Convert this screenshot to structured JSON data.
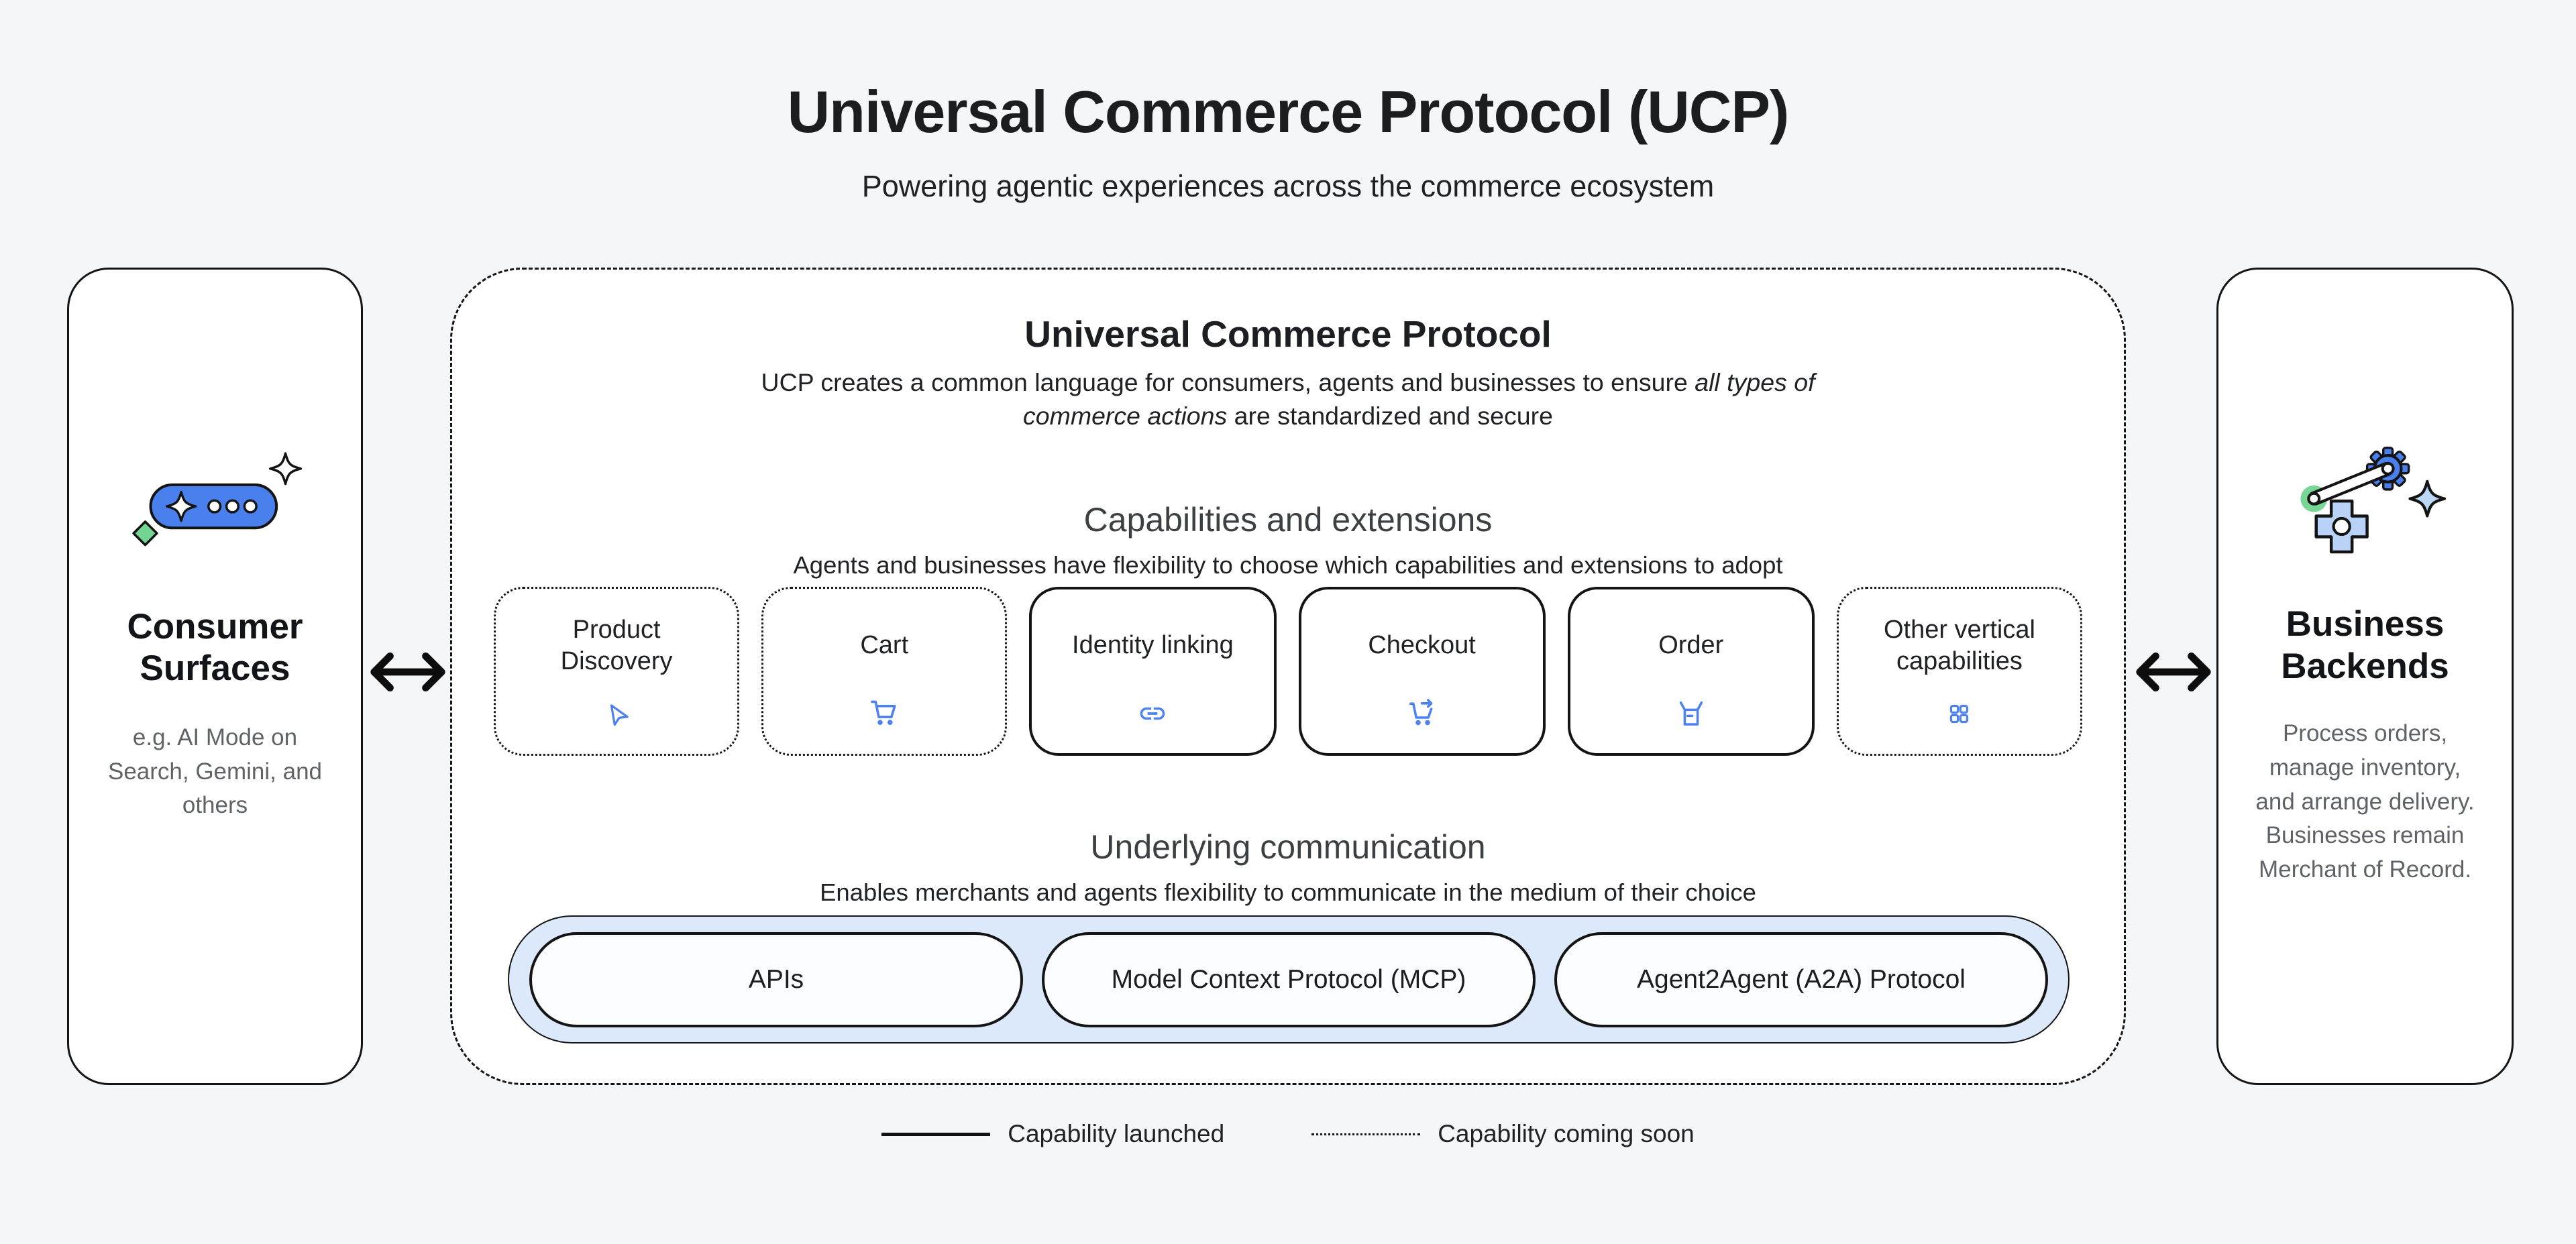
{
  "colors": {
    "background": "#f5f6f8",
    "surface": "#ffffff",
    "border": "#141414",
    "accent_blue": "#4d82f0",
    "pill_blue": "#4a80ee",
    "light_blue_fill": "#dce9fb",
    "green": "#74d492",
    "icon_light_blue": "#b9d3f8",
    "heading_gray": "#3c4043",
    "text_dark": "#202124",
    "muted_gray": "#5f6368"
  },
  "header": {
    "title": "Universal Commerce Protocol (UCP)",
    "subtitle": "Powering agentic experiences across the commerce ecosystem"
  },
  "left_panel": {
    "title": "Consumer Surfaces",
    "description": "e.g. AI Mode on Search, Gemini, and others",
    "icon": "chat-sparkle-icon"
  },
  "right_panel": {
    "title": "Business Backends",
    "description": "Process orders, manage inventory, and arrange delivery. Businesses remain Merchant of Record.",
    "icon": "gears-icon"
  },
  "ucp": {
    "title": "Universal Commerce Protocol",
    "description": {
      "pre": "UCP creates a common language for consumers, agents and businesses to ensure ",
      "italic": "all types of commerce actions",
      "post": " are standardized and secure"
    },
    "capabilities_section": {
      "heading": "Capabilities and extensions",
      "subheading": "Agents and businesses have flexibility to choose which capabilities and extensions to adopt"
    },
    "capabilities": [
      {
        "label": "Product Discovery",
        "icon": "navigation-arrow-icon",
        "status": "coming-soon"
      },
      {
        "label": "Cart",
        "icon": "shopping-cart-icon",
        "status": "coming-soon"
      },
      {
        "label": "Identity linking",
        "icon": "link-icon",
        "status": "launched"
      },
      {
        "label": "Checkout",
        "icon": "cart-checkout-icon",
        "status": "launched"
      },
      {
        "label": "Order",
        "icon": "order-box-icon",
        "status": "launched"
      },
      {
        "label": "Other vertical capabilities",
        "icon": "grid-icon",
        "status": "coming-soon"
      }
    ],
    "communication_section": {
      "heading": "Underlying communication",
      "subheading": "Enables merchants and agents flexibility to communicate in the medium of their choice"
    },
    "protocols": [
      {
        "label": "APIs"
      },
      {
        "label": "Model Context Protocol (MCP)"
      },
      {
        "label": "Agent2Agent (A2A) Protocol"
      }
    ]
  },
  "legend": {
    "launched_label": "Capability launched",
    "coming_soon_label": "Capability coming soon"
  }
}
